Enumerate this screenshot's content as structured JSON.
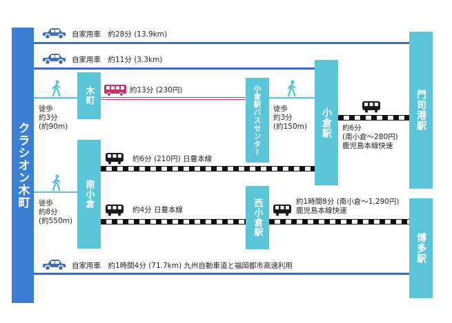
{
  "stations": {
    "kurashion": "クラシオン木町",
    "kimachi": "木町",
    "minamikokura": "南小倉",
    "kokura_bus_center": "小倉駅バスセンター",
    "kokura": "小倉駅",
    "nishikokura": "西小倉駅",
    "mojiko": "門司港駅",
    "hakata": "博多駅"
  },
  "routes": {
    "car_mojiko": "自家用車　約28分 (13.9km)",
    "car_kokura": "自家用車　約11分 (3.3km)",
    "bus": "約13分 (230円)",
    "walk_kimachi": [
      "徒歩",
      "約3分",
      "(約90m)"
    ],
    "walk_bus_center": [
      "徒歩",
      "約3分",
      "(約150m)"
    ],
    "rail_kokura_mojiko": [
      "約6分",
      "(南小倉〜280円)",
      "鹿児島本線快速"
    ],
    "rail_minamikokura_kokura": "約6分 (210円)  日豊本線",
    "walk_minamikokura": [
      "徒歩",
      "約8分",
      "(約550m)"
    ],
    "rail_minamikokura_nishikokura": "約4分  日豊本線",
    "rail_nishikokura_hakata": [
      "約1時間8分 (南小倉〜1,290円)",
      "鹿児島本線快速"
    ],
    "car_hakata": "自家用車　約1時間4分 (71.7km)  九州自動車道と福岡都市高速利用"
  },
  "colors": {
    "start_box": "#3b7fd4",
    "station_box": "#5bc6d9",
    "car_line": "#3d6fb8",
    "walk_line": "#55c3d8",
    "bus": "#c5326b",
    "train": "#1a1a1a"
  },
  "icons": [
    "car-icon",
    "walker-icon",
    "bus-icon",
    "train-icon"
  ]
}
